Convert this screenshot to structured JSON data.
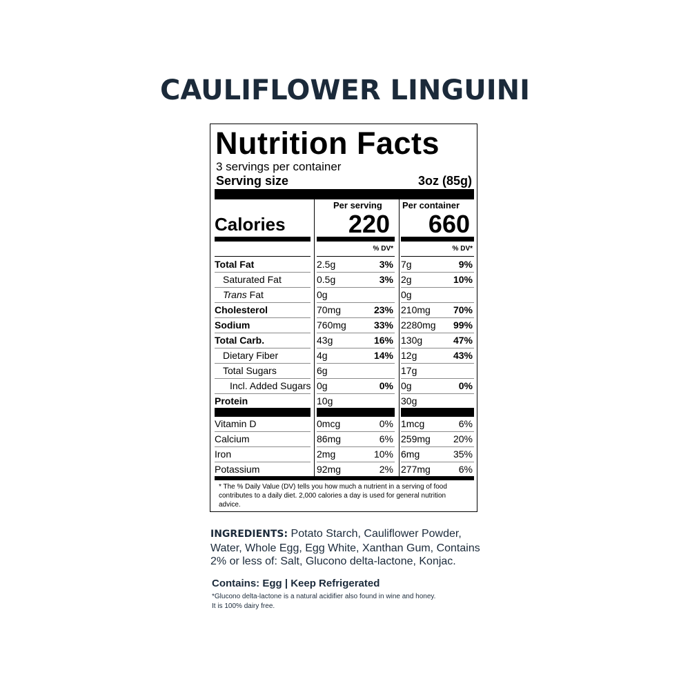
{
  "product_title": "CAULIFLOWER LINGUINI",
  "nutrition": {
    "title": "Nutrition Facts",
    "servings_per_container": "3 servings per container",
    "serving_size_label": "Serving size",
    "serving_size_value": "3oz (85g)",
    "col_per_serving": "Per serving",
    "col_per_container": "Per container",
    "calories_label": "Calories",
    "calories_per_serving": "220",
    "calories_per_container": "660",
    "dv_header": "% DV*",
    "nutrients": [
      {
        "label": "Total Fat",
        "amt1": "2.5g",
        "dv1": "3%",
        "amt2": "7g",
        "dv2": "9%"
      },
      {
        "label": "Saturated Fat",
        "amt1": "0.5g",
        "dv1": "3%",
        "amt2": "2g",
        "dv2": "10%"
      },
      {
        "label_italic": "Trans",
        "label": " Fat",
        "amt1": "0g",
        "dv1": "",
        "amt2": "0g",
        "dv2": ""
      },
      {
        "label": "Cholesterol",
        "amt1": "70mg",
        "dv1": "23%",
        "amt2": "210mg",
        "dv2": "70%"
      },
      {
        "label": "Sodium",
        "amt1": "760mg",
        "dv1": "33%",
        "amt2": "2280mg",
        "dv2": "99%"
      },
      {
        "label": "Total Carb.",
        "amt1": "43g",
        "dv1": "16%",
        "amt2": "130g",
        "dv2": "47%"
      },
      {
        "label": "Dietary Fiber",
        "amt1": "4g",
        "dv1": "14%",
        "amt2": "12g",
        "dv2": "43%"
      },
      {
        "label": "Total Sugars",
        "amt1": "6g",
        "dv1": "",
        "amt2": "17g",
        "dv2": ""
      },
      {
        "label": "Incl. Added Sugars",
        "amt1": "0g",
        "dv1": "0%",
        "amt2": "0g",
        "dv2": "0%"
      },
      {
        "label": "Protein",
        "amt1": "10g",
        "dv1": "",
        "amt2": "30g",
        "dv2": ""
      }
    ],
    "vitamins": [
      {
        "label": "Vitamin D",
        "amt1": "0mcg",
        "dv1": "0%",
        "amt2": "1mcg",
        "dv2": "6%"
      },
      {
        "label": "Calcium",
        "amt1": "86mg",
        "dv1": "6%",
        "amt2": "259mg",
        "dv2": "20%"
      },
      {
        "label": "Iron",
        "amt1": "2mg",
        "dv1": "10%",
        "amt2": "6mg",
        "dv2": "35%"
      },
      {
        "label": "Potassium",
        "amt1": "92mg",
        "dv1": "2%",
        "amt2": "277mg",
        "dv2": "6%"
      }
    ],
    "footnote": "* The % Daily Value (DV) tells you how much a nutrient in a serving of food contributes to a daily diet. 2,000 calories a day is used for general nutrition advice."
  },
  "ingredients": {
    "label": "INGREDIENTS:",
    "text": " Potato Starch, Cauliflower Powder, Water, Whole Egg, Egg White, Xanthan Gum, Contains 2% or less of: Salt, Glucono delta-lactone, Konjac."
  },
  "contains": "Contains: Egg | Keep Refrigerated",
  "note_line1": "*Glucono delta-lactone is a natural acidifier also found in wine and honey.",
  "note_line2": "It is 100% dairy free.",
  "colors": {
    "title": "#1b2a3a",
    "text": "#000000"
  }
}
